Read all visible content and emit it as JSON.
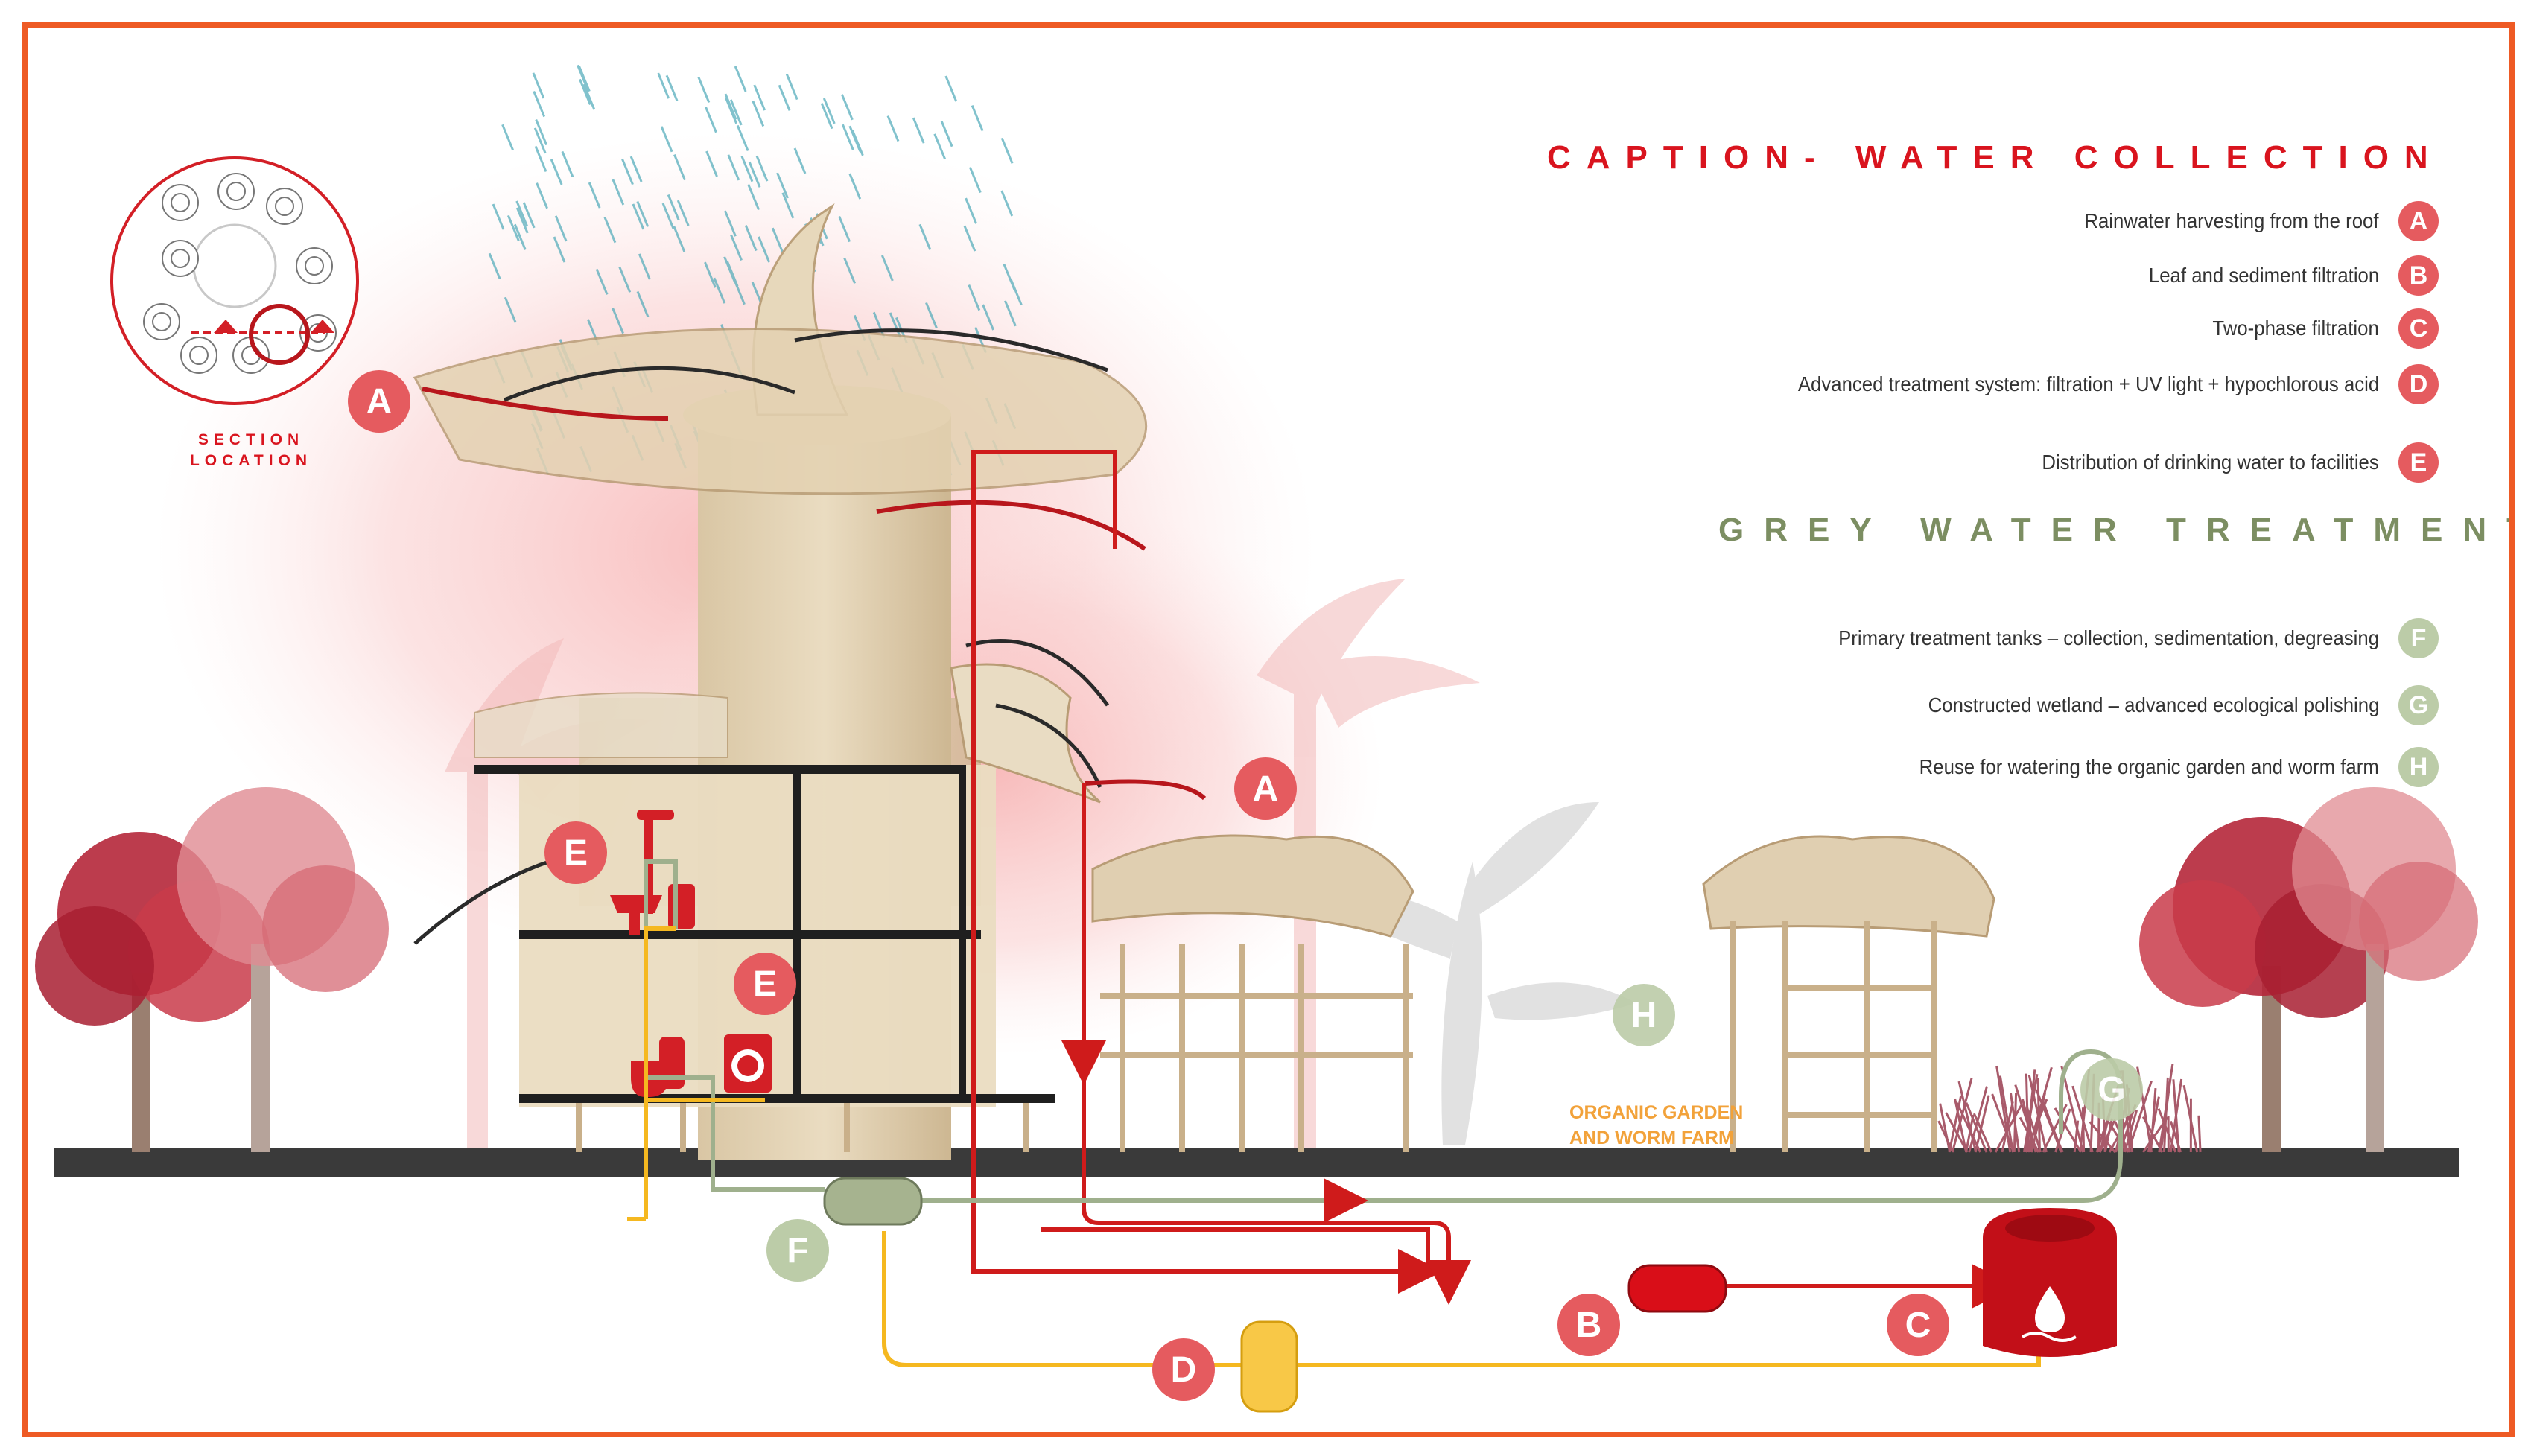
{
  "caption_heading": "CAPTION- WATER COLLECTION",
  "caption_items": [
    {
      "text": "Rainwater harvesting from the roof",
      "letter": "A"
    },
    {
      "text": "Leaf and sediment filtration",
      "letter": "B"
    },
    {
      "text": "Two-phase filtration",
      "letter": "C"
    },
    {
      "text": "Advanced treatment system: filtration + UV light + hypochlorous acid",
      "letter": "D"
    },
    {
      "text": "Distribution of drinking water to facilities",
      "letter": "E"
    }
  ],
  "grey_heading": "GREY WATER TREATMENT",
  "grey_items": [
    {
      "text": "Primary treatment tanks – collection, sedimentation, degreasing",
      "letter": "F"
    },
    {
      "text": "Constructed wetland – advanced ecological polishing",
      "letter": "G"
    },
    {
      "text": "Reuse for watering the organic garden and worm farm",
      "letter": "H"
    }
  ],
  "section_location": {
    "line1": "SECTION",
    "line2": "LOCATION"
  },
  "garden_label": {
    "line1": "ORGANIC GARDEN",
    "line2": "AND WORM FARM"
  },
  "diagram_markers": {
    "roof_left": "A",
    "roof_right": "A",
    "upper_floor": "E",
    "lower_floor": "E",
    "grey_tank": "F",
    "drinking_treatment": "D",
    "sediment_filter": "B",
    "two_phase_filter": "C",
    "wetland": "G",
    "garden": "H"
  },
  "colors": {
    "frame": "#ee5a24",
    "water_red": "#cf1b1b",
    "grey_water": "#9fb08d",
    "treated_yellow": "#f5b820",
    "badge_red": "#e55b5f",
    "badge_green": "#bccca8",
    "heading_green": "#7c8e62"
  },
  "icons": [
    "water-drop-icon",
    "washing-machine-icon",
    "sink-icon",
    "shower-icon",
    "toilet-icon"
  ]
}
